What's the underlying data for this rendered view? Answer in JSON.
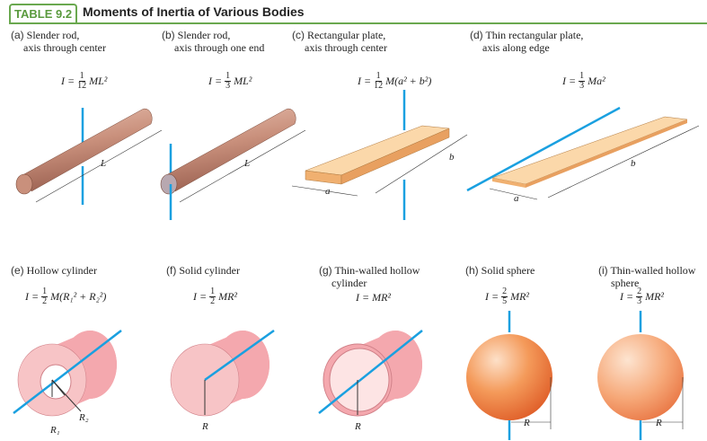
{
  "header": {
    "tag": "TABLE 9.2",
    "title": "Moments of Inertia of Various Bodies"
  },
  "bodies": [
    {
      "letter": "(a)",
      "line1": "Slender rod,",
      "line2": "axis through center",
      "lhs": "I =",
      "num": "1",
      "den": "12",
      "rhs": "ML²"
    },
    {
      "letter": "(b)",
      "line1": "Slender rod,",
      "line2": "axis through one end",
      "lhs": "I =",
      "num": "1",
      "den": "3",
      "rhs": "ML²"
    },
    {
      "letter": "(c)",
      "line1": "Rectangular plate,",
      "line2": "axis through center",
      "lhs": "I =",
      "num": "1",
      "den": "12",
      "rhs": "M(a² + b²)"
    },
    {
      "letter": "(d)",
      "line1": "Thin rectangular plate,",
      "line2": "axis along edge",
      "lhs": "I =",
      "num": "1",
      "den": "3",
      "rhs": "Ma²"
    },
    {
      "letter": "(e)",
      "line1": "Hollow cylinder",
      "line2": "",
      "lhs": "I =",
      "num": "1",
      "den": "2",
      "rhs": "M(R₁² + R₂²)"
    },
    {
      "letter": "(f)",
      "line1": "Solid cylinder",
      "line2": "",
      "lhs": "I =",
      "num": "1",
      "den": "2",
      "rhs": "MR²"
    },
    {
      "letter": "(g)",
      "line1": "Thin-walled hollow",
      "line2": "cylinder",
      "lhs": "I =",
      "rhs": "MR²"
    },
    {
      "letter": "(h)",
      "line1": "Solid sphere",
      "line2": "",
      "lhs": "I =",
      "num": "2",
      "den": "5",
      "rhs": "MR²"
    },
    {
      "letter": "(i)",
      "line1": "Thin-walled hollow",
      "line2": "sphere",
      "lhs": "I =",
      "num": "2",
      "den": "3",
      "rhs": "MR²"
    }
  ],
  "dims": {
    "L": "L",
    "a": "a",
    "b": "b",
    "R": "R",
    "R1": "R₁",
    "R2": "R₂"
  },
  "colors": {
    "accent": "#6aa84f",
    "axis": "#1aa0e0",
    "rod": "#c9907c",
    "plate": "#f7c690",
    "cylinder": "#f4b8bc",
    "sphere": "#f07a3a"
  }
}
